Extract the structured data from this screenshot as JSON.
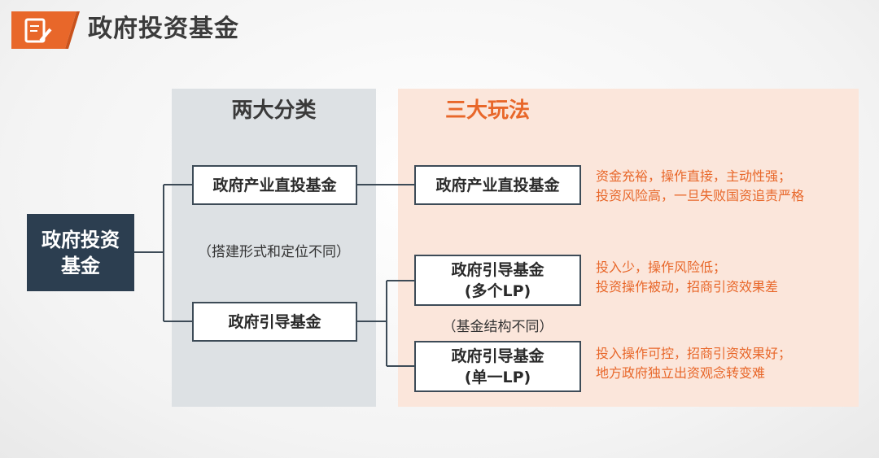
{
  "header": {
    "title": "政府投资基金",
    "logo_icon": "document-edit-icon",
    "accent_color": "#e8672a"
  },
  "diagram": {
    "root": {
      "line1": "政府投资",
      "line2": "基金"
    },
    "categories": {
      "heading": "两大分类",
      "items": [
        {
          "label": "政府产业直投基金"
        },
        {
          "label": "政府引导基金"
        }
      ],
      "note": "（搭建形式和定位不同）"
    },
    "playstyles": {
      "heading": "三大玩法",
      "items": [
        {
          "line1": "政府产业直投基金",
          "line2": "",
          "desc_line1": "资金充裕，操作直接，主动性强；",
          "desc_line2": "投资风险高，一旦失败国资追责严格"
        },
        {
          "line1": "政府引导基金",
          "line2": "(多个LP)",
          "desc_line1": "投入少，操作风险低；",
          "desc_line2": "投资操作被动，招商引资效果差"
        },
        {
          "line1": "政府引导基金",
          "line2": "(单一LP)",
          "desc_line1": "投入操作可控，招商引资效果好；",
          "desc_line2": "地方政府独立出资观念转变难"
        }
      ],
      "note": "（基金结构不同）"
    }
  }
}
